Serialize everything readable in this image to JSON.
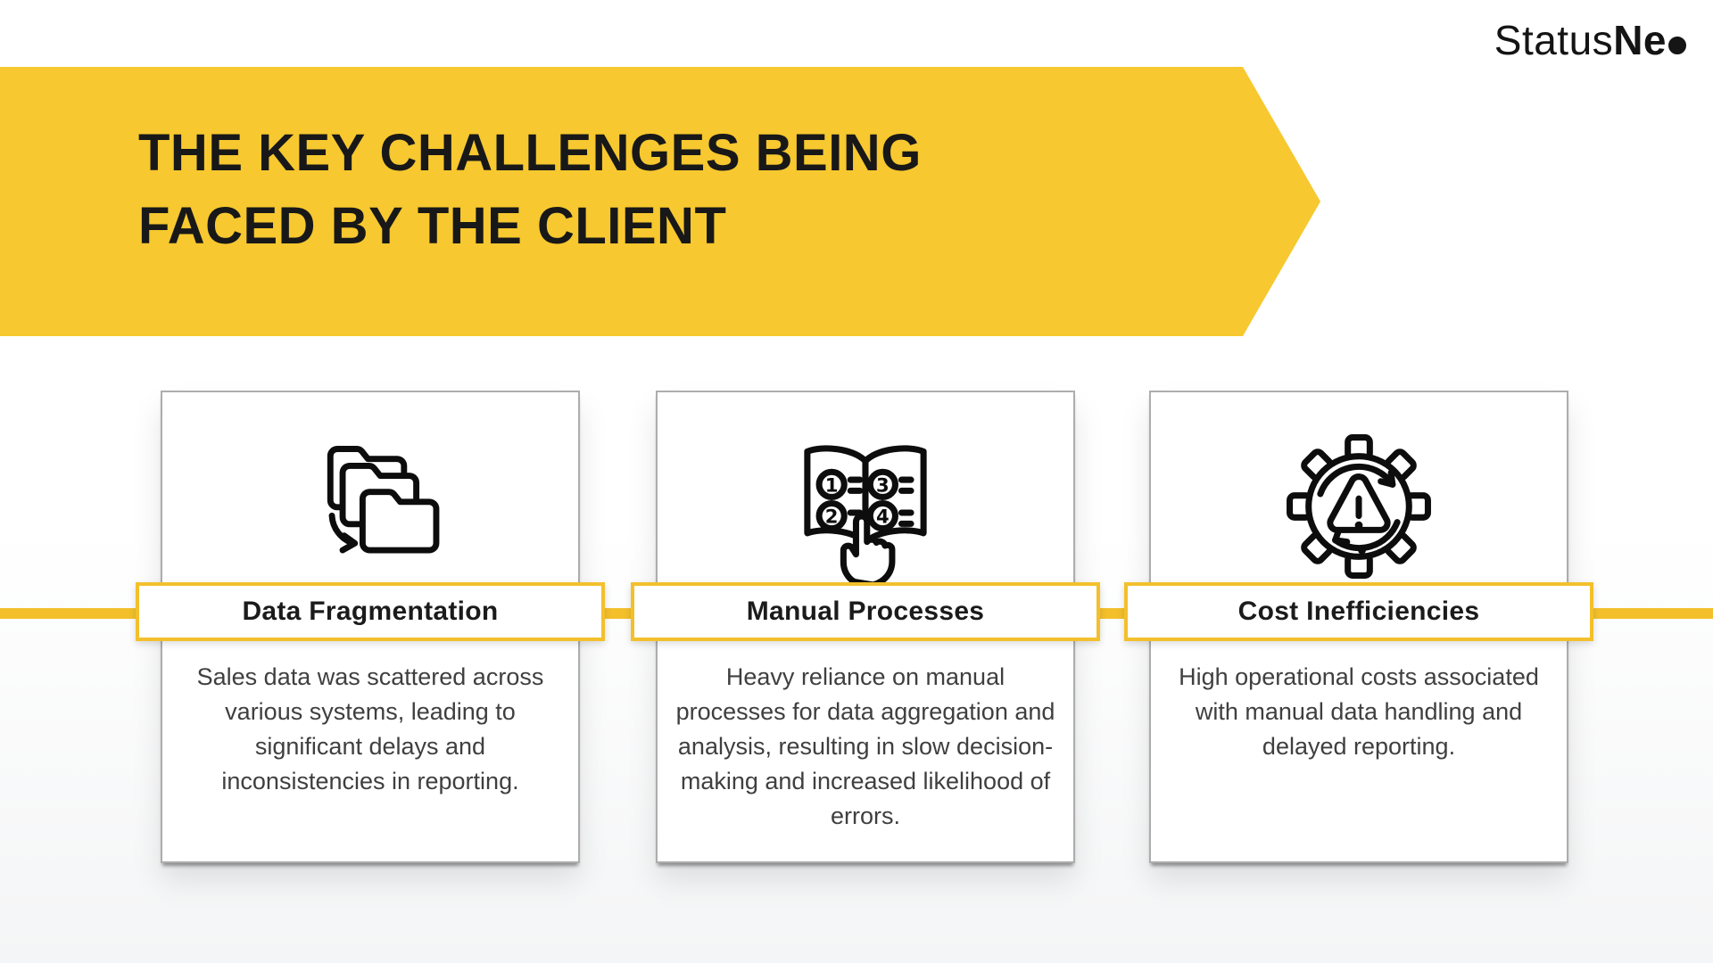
{
  "logo": {
    "text_regular": "Status",
    "text_bold": "Ne",
    "dot_letter": "o"
  },
  "banner": {
    "title_line1": "THE KEY CHALLENGES BEING",
    "title_line2": "FACED BY THE CLIENT"
  },
  "cards": [
    {
      "icon": "folders-transfer-icon",
      "title": "Data Fragmentation",
      "body": "Sales data was scattered across various systems, leading to significant delays and inconsistencies in reporting."
    },
    {
      "icon": "manual-processes-book-icon",
      "title": "Manual Processes",
      "body": "Heavy reliance on manual processes for data aggregation and analysis, resulting in slow decision-making and increased likelihood of errors."
    },
    {
      "icon": "gear-warning-cycle-icon",
      "title": "Cost Inefficiencies",
      "body": "High operational costs associated with manual data handling and delayed reporting."
    }
  ],
  "colors": {
    "banner_yellow": "#F7C82F",
    "accent_yellow": "#F3C02C",
    "logo_dot_yellow": "#F7C52C",
    "card_border_gray": "#ADADAD",
    "title_text": "#181818",
    "body_text": "#3F3F3F"
  }
}
